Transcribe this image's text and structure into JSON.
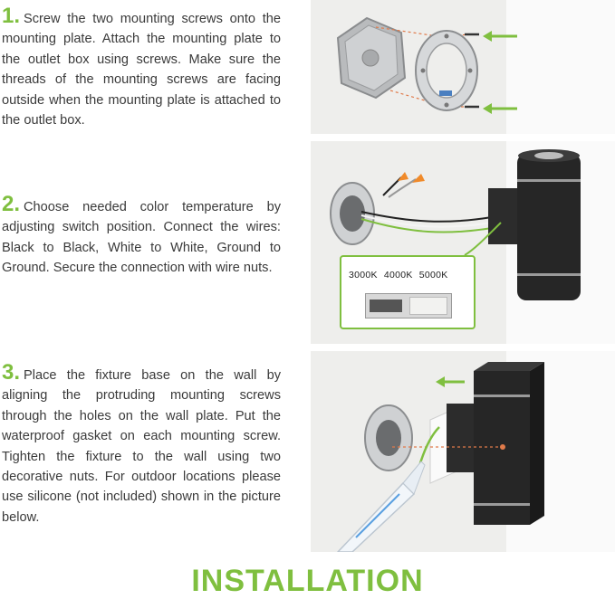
{
  "steps": [
    {
      "number": "1.",
      "text": "Screw the two mounting screws onto the mounting plate. Attach the mounting plate to the outlet box using screws. Make sure the threads of the mounting screws are facing outside when the mounting plate is attached to the outlet box."
    },
    {
      "number": "2.",
      "text": "Choose needed color temperature by adjusting switch position. Connect the wires: Black to Black, White to White, Ground to Ground. Secure the connection with wire nuts."
    },
    {
      "number": "3.",
      "text": "Place the fixture base on the wall by aligning the protruding mounting screws through the holes on the wall plate. Put the waterproof gasket on each mounting screw. Tighten the fixture to the wall using two decorative nuts. For outdoor locations please use silicone (not included) shown in the picture below."
    }
  ],
  "color_temperature_labels": [
    "3000K",
    "4000K",
    "5000K"
  ],
  "footer_title": "INSTALLATION",
  "colors": {
    "accent_green": "#7fbf3f",
    "text": "#3a3a3a",
    "panel_bg": "#eeeeec"
  },
  "icons": [
    "arrow-left-icon",
    "outlet-box-icon",
    "mounting-plate-icon",
    "wall-light-fixture-icon",
    "wire-nut-icon",
    "silicone-tube-icon"
  ]
}
